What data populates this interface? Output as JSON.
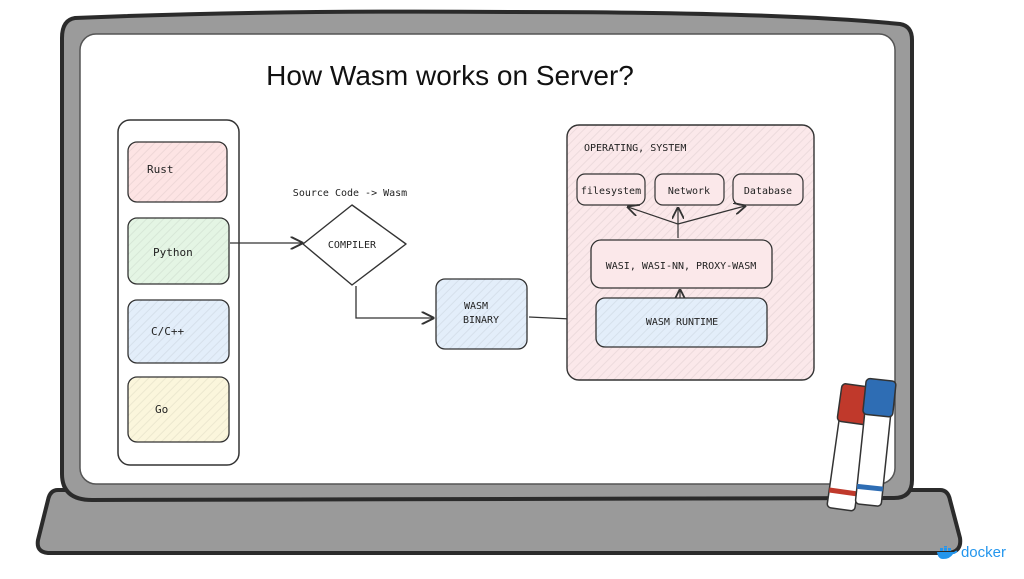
{
  "title": "How Wasm works on Server?",
  "languages": [
    {
      "label": "Rust",
      "color": "#fde4e4"
    },
    {
      "label": "Python",
      "color": "#e4f5e4"
    },
    {
      "label": "C/C++",
      "color": "#e3eefa"
    },
    {
      "label": "Go",
      "color": "#fbf6dc"
    }
  ],
  "compiler": {
    "label": "COMPILER",
    "caption": "Source Code -> Wasm"
  },
  "binary": {
    "line1": "WASM",
    "line2": "BINARY"
  },
  "os": {
    "label": "OPERATING, SYSTEM",
    "resources": [
      "filesystem",
      "Network",
      "Database"
    ],
    "interfaces": "WASI, WASI-NN, PROXY-WASM",
    "runtime": "WASM RUNTIME"
  },
  "brand": "docker",
  "colors": {
    "os_fill": "#fbe8ea",
    "binary_fill": "#e3eefa",
    "runtime_fill": "#e3eefa",
    "marker_red": "#c0392b",
    "marker_blue": "#2e6db4",
    "docker_blue": "#2496ed"
  }
}
